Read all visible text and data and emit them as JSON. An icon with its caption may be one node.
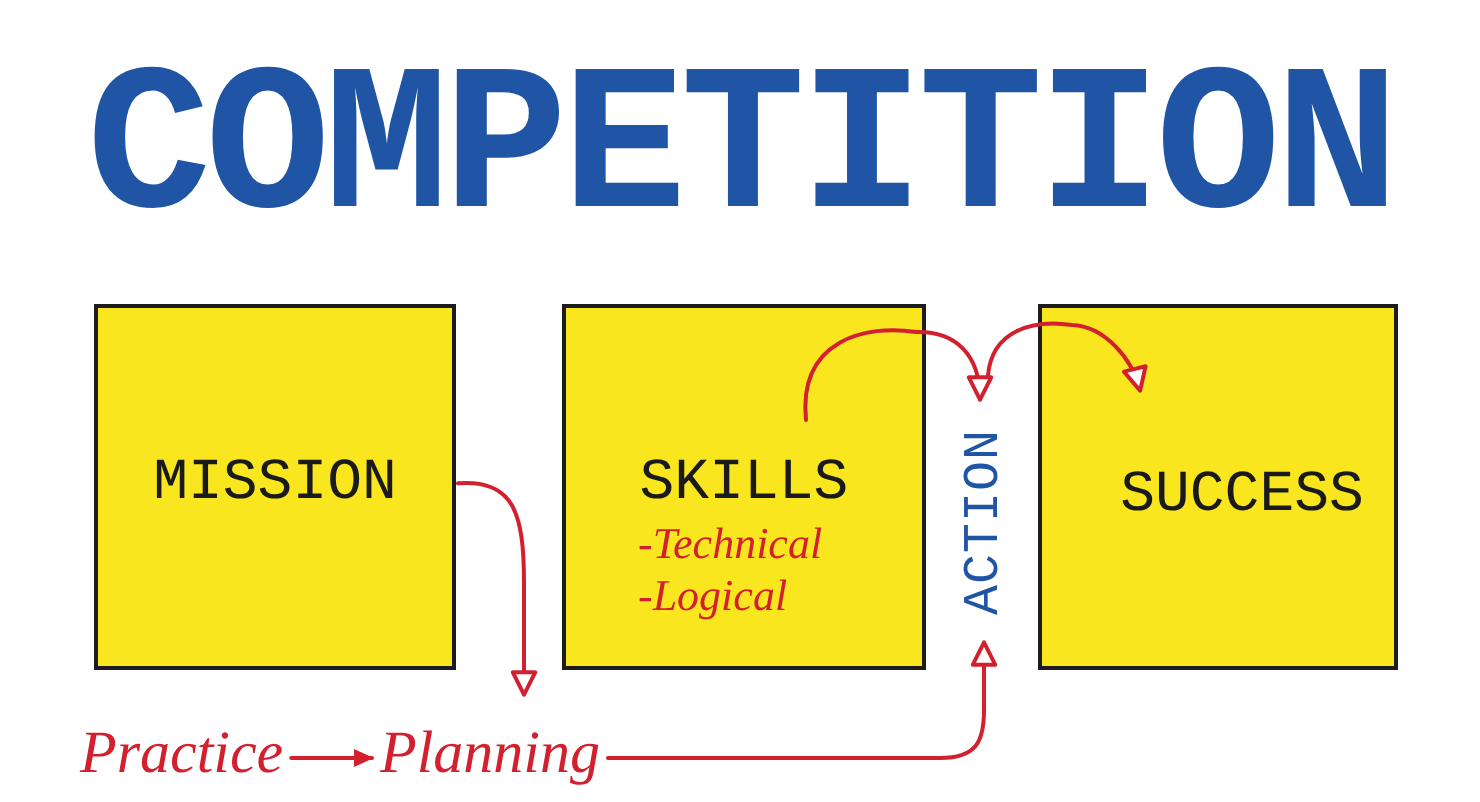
{
  "diagram": {
    "title": "COMPETITION",
    "nodes": [
      {
        "text": [
          "MISSION"
        ]
      },
      {
        "text": [
          "SKILLS",
          "-Technical",
          "-Logical"
        ]
      },
      {
        "text": [
          "ACTION"
        ]
      },
      {
        "text": [
          "SUCCESS"
        ]
      },
      {
        "text": [
          "Practice"
        ]
      },
      {
        "text": [
          "Planning"
        ]
      }
    ],
    "edges": [
      {
        "from": 0,
        "to": 5,
        "arrow": "to"
      },
      {
        "from": 4,
        "to": 5,
        "arrow": "to"
      },
      {
        "from": 5,
        "to": 2,
        "arrow": "to"
      },
      {
        "from": 1,
        "to": 2,
        "arrow": "to"
      },
      {
        "from": 2,
        "to": 3,
        "arrow": "to"
      }
    ]
  }
}
